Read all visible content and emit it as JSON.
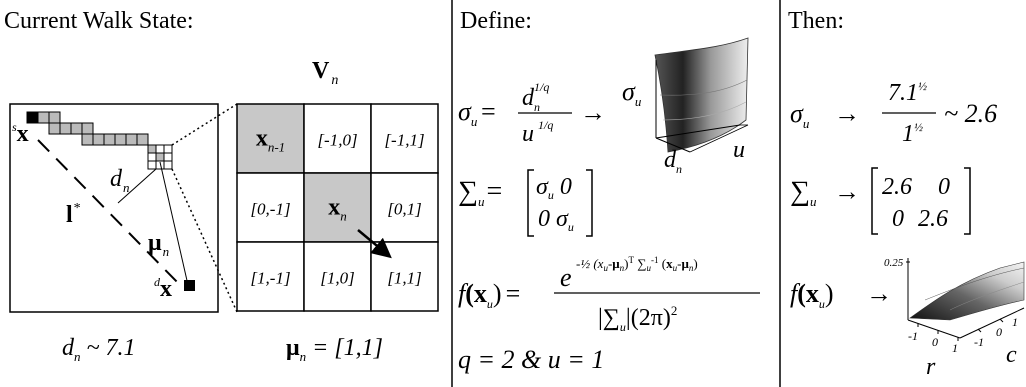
{
  "panels": {
    "walk": {
      "title": "Current Walk State:",
      "v_label": "V",
      "v_sub": "n",
      "start_sup": "s",
      "start_x": "x",
      "dest_sup": "d",
      "dest_x": "x",
      "d_label": "d",
      "d_sub": "n",
      "l_label": "l",
      "l_sup": "*",
      "mu_label": "μ",
      "mu_sub": "n",
      "d_value_lhs": "d",
      "d_value_sub": "n",
      "d_value_rhs": " ~ 7.1",
      "mu_value_lhs": "μ",
      "mu_value_sub": "n",
      "mu_value_rhs": " = [1,1]"
    },
    "grid": {
      "cells": [
        {
          "text": "x",
          "sub": "n-1",
          "shaded": true,
          "bold": true
        },
        {
          "text": "[-1,0]",
          "sub": "",
          "shaded": false,
          "bold": false
        },
        {
          "text": "[-1,1]",
          "sub": "",
          "shaded": false,
          "bold": false
        },
        {
          "text": "[0,-1]",
          "sub": "",
          "shaded": false,
          "bold": false
        },
        {
          "text": "x",
          "sub": "n",
          "shaded": true,
          "bold": true
        },
        {
          "text": "[0,1]",
          "sub": "",
          "shaded": false,
          "bold": false
        },
        {
          "text": "[1,-1]",
          "sub": "",
          "shaded": false,
          "bold": false
        },
        {
          "text": "[1,0]",
          "sub": "",
          "shaded": false,
          "bold": false
        },
        {
          "text": "[1,1]",
          "sub": "",
          "shaded": false,
          "bold": false
        }
      ]
    },
    "define": {
      "title": "Define:",
      "sigma": "σ",
      "sigma_sub": "u",
      "num_d": "d",
      "num_d_sub": "n",
      "num_exp": "1/q",
      "den_u": "u",
      "den_exp": "1/q",
      "arrow": "→",
      "surf_axis_sigma": "σ",
      "surf_axis_sigma_sub": "u",
      "surf_axis_d": "d",
      "surf_axis_d_sub": "n",
      "surf_axis_u": "u",
      "cov_sym": "∑",
      "cov_sub": "u",
      "cov_m11": "σ",
      "cov_m11_sub": "u",
      "cov_m12": "0",
      "cov_m21": "0",
      "cov_m22": "σ",
      "cov_m22_sub": "u",
      "f_sym": "f",
      "f_arg": "(x",
      "f_arg_sub": "u",
      "f_arg_close": ")",
      "exp_base": "e",
      "exp_text": "-½ (x",
      "exp_denominator": "|∑",
      "exp_denominator_sub": "u",
      "exp_denominator_rest": "|(2π)",
      "exp_denominator_pow": "2",
      "q_u": "q = 2 & u = 1"
    },
    "then": {
      "title": "Then:",
      "sigma": "σ",
      "sigma_sub": "u",
      "arrow": "→",
      "num": "7.1",
      "num_exp": "½",
      "den": "1",
      "den_exp": "½",
      "approx": "~ 2.6",
      "cov_sym": "∑",
      "cov_sub": "u",
      "m11": "2.6",
      "m12": "0",
      "m21": "0",
      "m22": "2.6",
      "f_sym": "f",
      "f_arg": "(x",
      "f_arg_sub": "u",
      "f_arg_close": ")",
      "z_tick": "0.25",
      "r_label": "r",
      "c_label": "c",
      "tick_neg1": "-1",
      "tick_0": "0",
      "tick_1": "1"
    }
  }
}
